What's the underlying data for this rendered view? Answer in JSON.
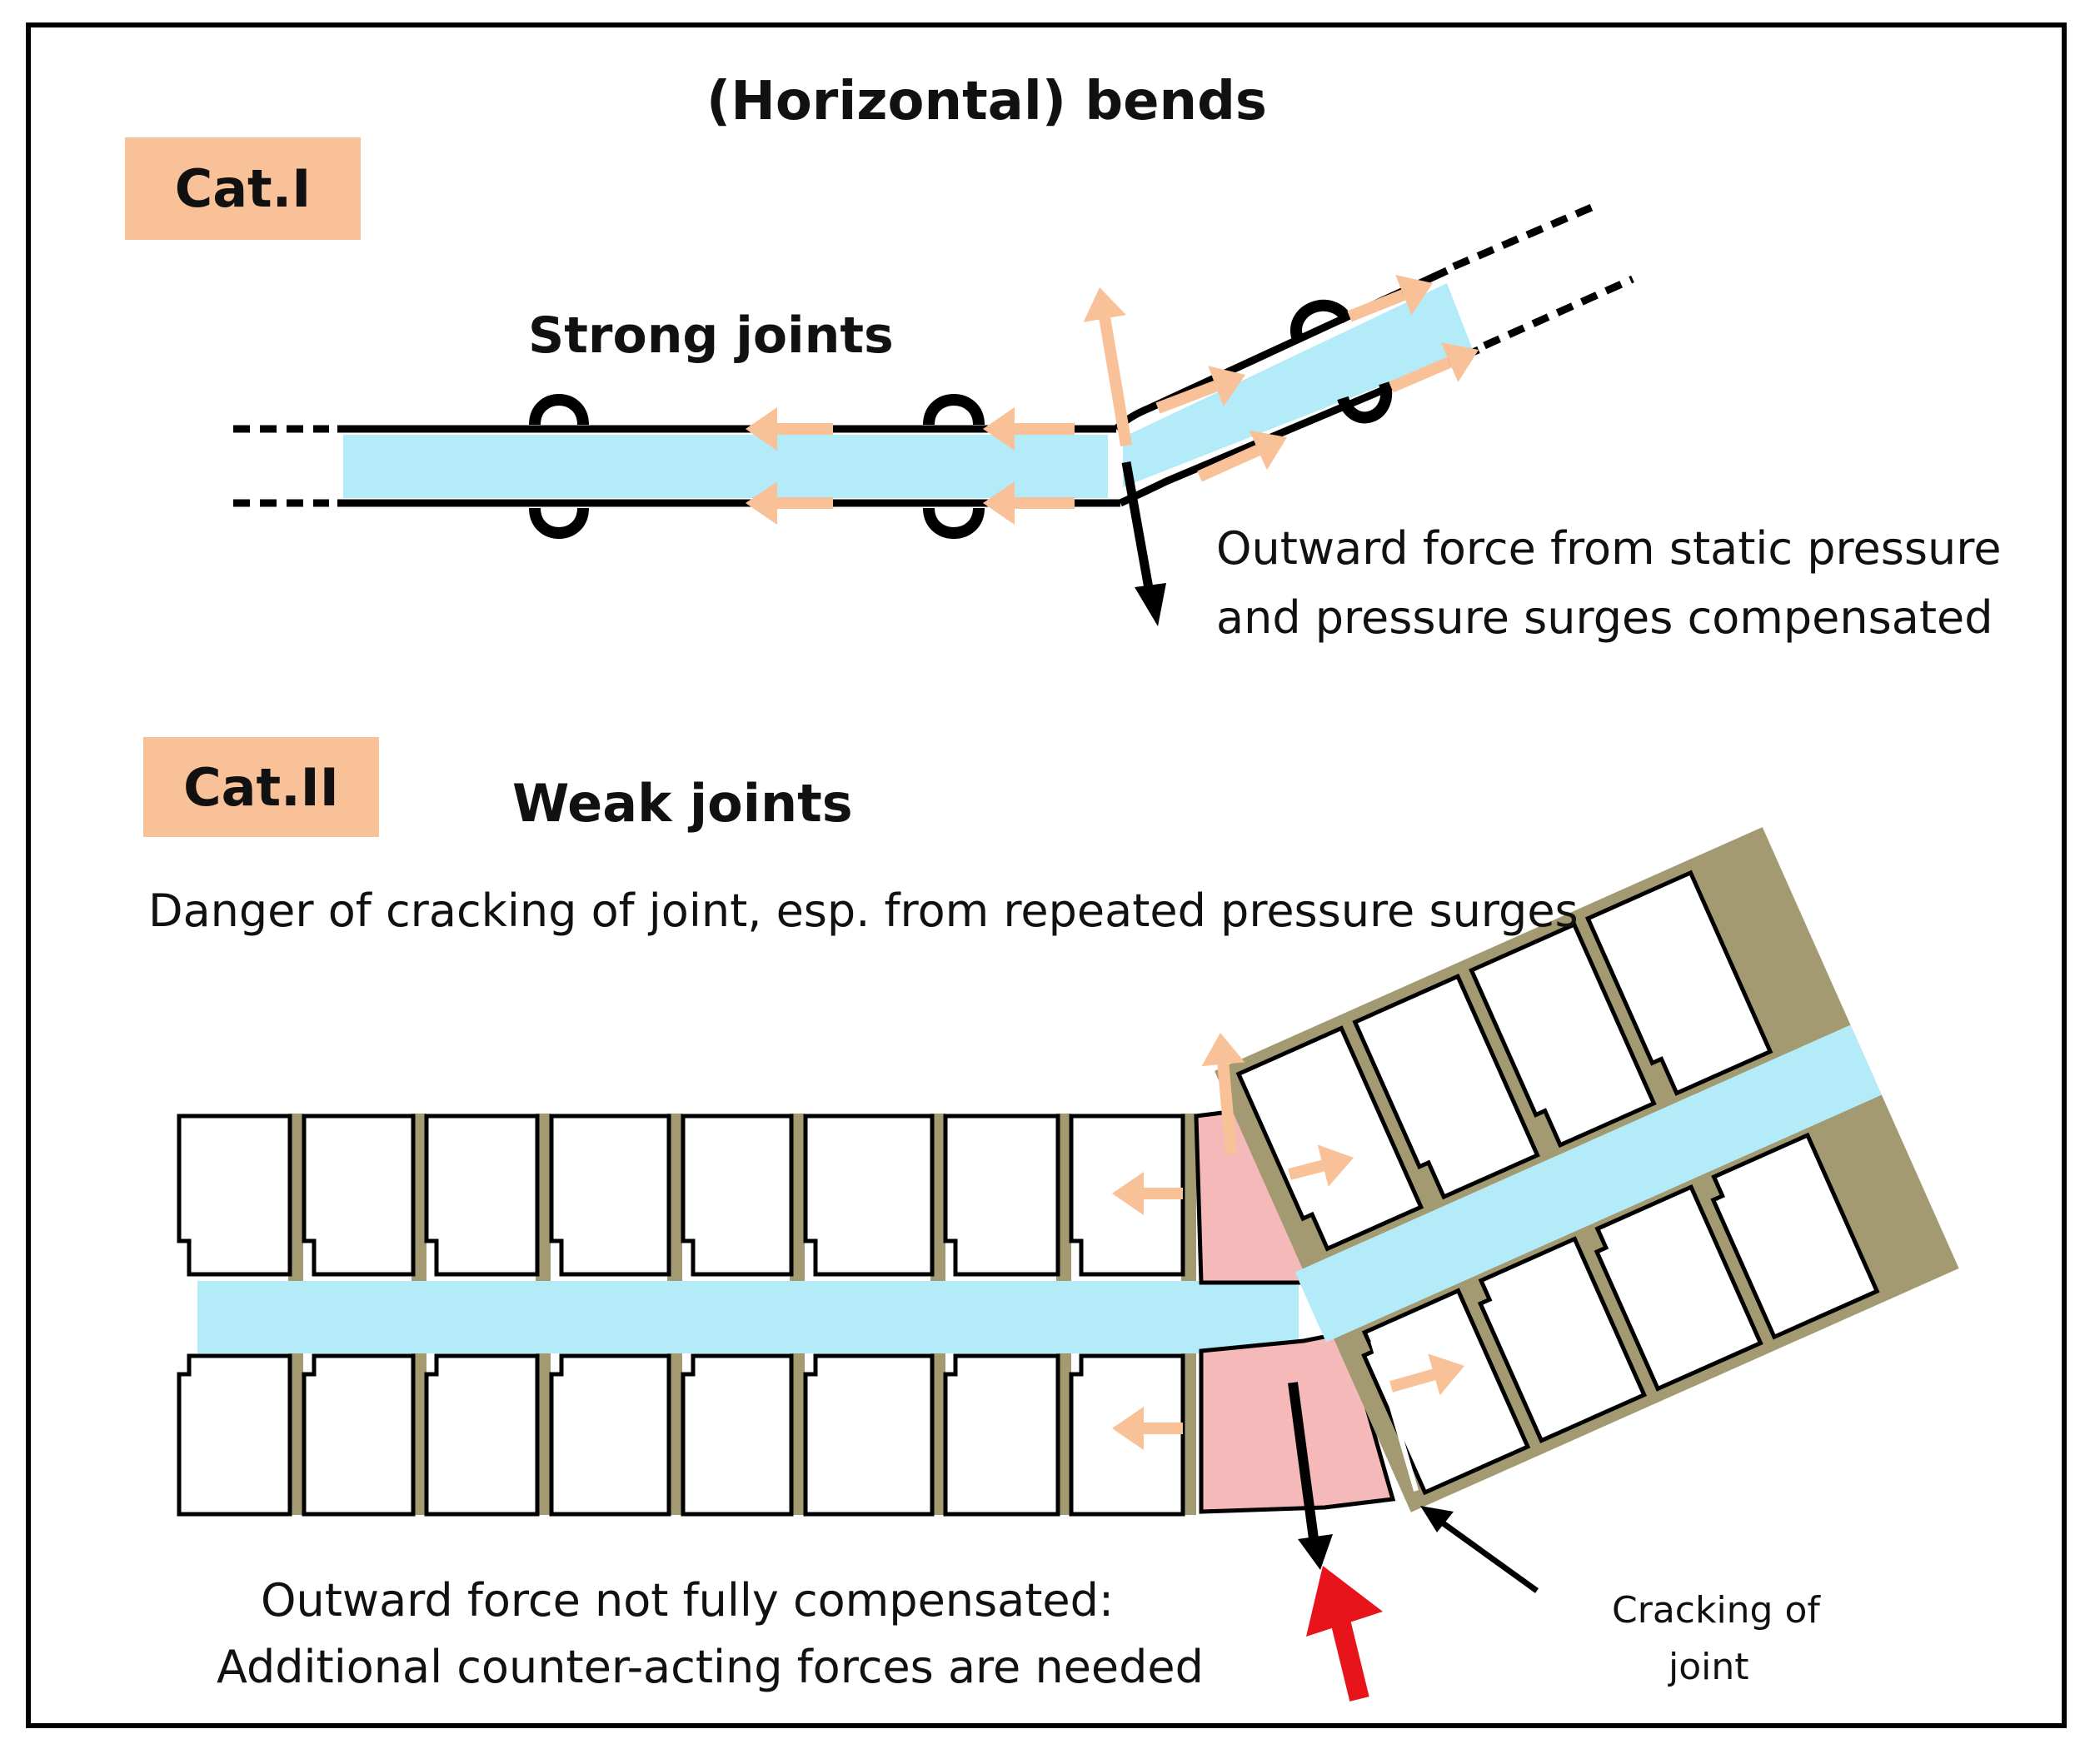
{
  "title": "(Horizontal)  bends",
  "cat1": {
    "badge": "Cat.I",
    "joints_label": "Strong joints",
    "force_note_line1": "Outward force from static pressure",
    "force_note_line2": "and pressure surges  compensated"
  },
  "cat2": {
    "badge": "Cat.II",
    "joints_label": "Weak joints",
    "danger_note": "Danger of cracking of joint, esp. from repeated pressure surges",
    "bottom_note_line1": "Outward force not fully compensated:",
    "bottom_note_line2": "Additional counter-acting forces are needed",
    "crack_label_line1": "Cracking of",
    "crack_label_line2": "joint"
  },
  "colors": {
    "water": "#b3ecf8",
    "force_arrow": "#f9c197",
    "mortar": "#a39a72",
    "bend_block": "#f4b9b8",
    "counter_force": "#e8141b",
    "badge": "#f9c197"
  }
}
